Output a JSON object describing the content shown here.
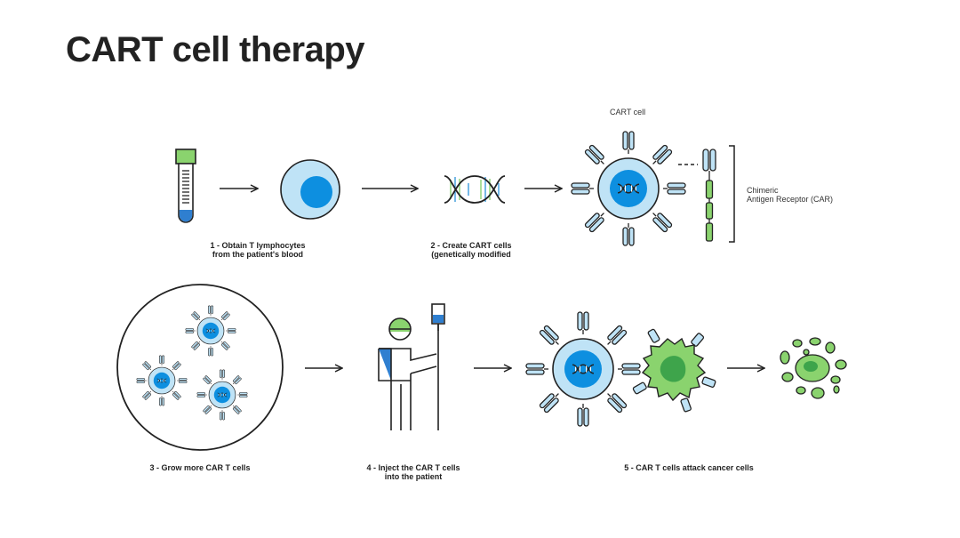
{
  "title": "CART cell therapy",
  "steps": [
    {
      "line1": "1 - Obtain T lymphocytes",
      "line2": "from the patient's blood"
    },
    {
      "line1": "2 - Create CART cells",
      "line2": "(genetically modified"
    },
    {
      "line1": "3 - Grow more CAR T cells"
    },
    {
      "line1": "4 - Inject the CAR T cells",
      "line2": "into the patient"
    },
    {
      "line1": "5 - CAR T cells attack cancer cells"
    }
  ],
  "cart_cell_label": "CART cell",
  "car_label": {
    "line1": "Chimeric",
    "line2": "Antigen Receptor (CAR)"
  },
  "colors": {
    "outline": "#222222",
    "cell_fill": "#bfe3f6",
    "nucleus_blue": "#0d8fe0",
    "receptor_blue": "#bfe3f6",
    "tube_blue": "#2f7fd0",
    "green": "#8ad36e",
    "green_dark": "#3ea44b",
    "dna_blue": "#1a8ad6",
    "dna_green": "#74c95a"
  }
}
